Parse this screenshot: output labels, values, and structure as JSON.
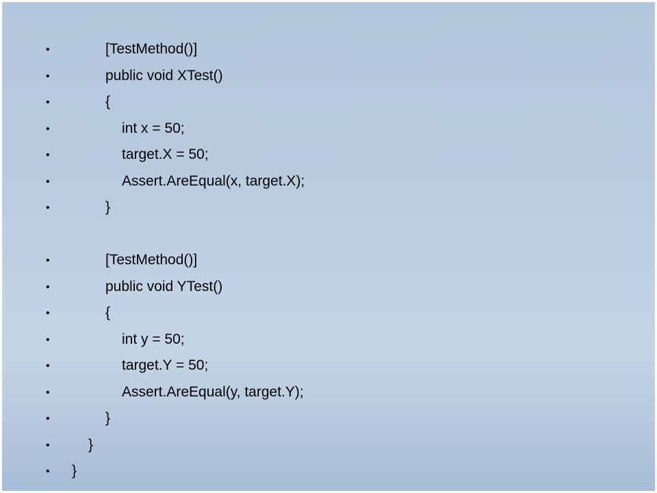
{
  "slide": {
    "bullet_symbol": "•",
    "lines": [
      {
        "text": "[TestMethod()]",
        "indent": 2
      },
      {
        "text": "public void XTest()",
        "indent": 2
      },
      {
        "text": "{",
        "indent": 2
      },
      {
        "text": "int x = 50;",
        "indent": 3
      },
      {
        "text": "target.X = 50;",
        "indent": 3
      },
      {
        "text": "Assert.AreEqual(x, target.X);",
        "indent": 3
      },
      {
        "text": "}",
        "indent": 2
      },
      {
        "text": "",
        "indent": 0,
        "blank": true
      },
      {
        "text": "[TestMethod()]",
        "indent": 2
      },
      {
        "text": "public void YTest()",
        "indent": 2
      },
      {
        "text": "{",
        "indent": 2
      },
      {
        "text": "int y = 50;",
        "indent": 3
      },
      {
        "text": "target.Y = 50;",
        "indent": 3
      },
      {
        "text": "Assert.AreEqual(y, target.Y);",
        "indent": 3
      },
      {
        "text": "}",
        "indent": 2
      },
      {
        "text": "}",
        "indent": 1
      },
      {
        "text": "}",
        "indent": 0
      }
    ]
  }
}
